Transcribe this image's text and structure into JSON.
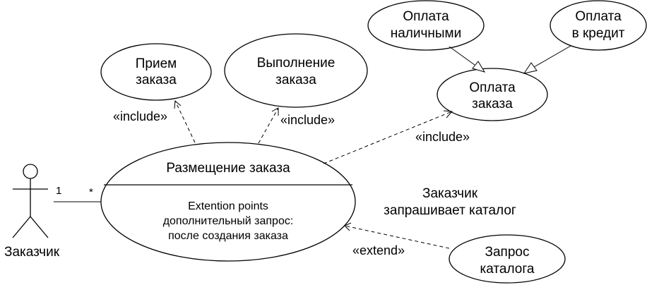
{
  "actor": {
    "label": "Заказчик"
  },
  "use_cases": {
    "priem": {
      "line1": "Прием",
      "line2": "заказа"
    },
    "vypolnenie": {
      "line1": "Выполнение",
      "line2": "заказа"
    },
    "oplata_nal": {
      "line1": "Оплата",
      "line2": "наличными"
    },
    "oplata_kredit": {
      "line1": "Оплата",
      "line2": "в кредит"
    },
    "oplata": {
      "line1": "Оплата",
      "line2": "заказа"
    },
    "zapros": {
      "line1": "Запрос",
      "line2": "каталога"
    },
    "razmeshchenie": {
      "title": "Размещение заказа",
      "ext_line1": "Extention points",
      "ext_line2": "дополнительный запрос:",
      "ext_line3": "после создания заказа"
    }
  },
  "relations": {
    "include_priem": "«include»",
    "include_vypolnenie": "«include»",
    "include_oplata": "«include»",
    "extend_zapros": "«extend»",
    "multiplicity_actor": "1",
    "multiplicity_case": "*"
  },
  "note": {
    "line1": "Заказчик",
    "line2": "запрашивает каталог"
  }
}
